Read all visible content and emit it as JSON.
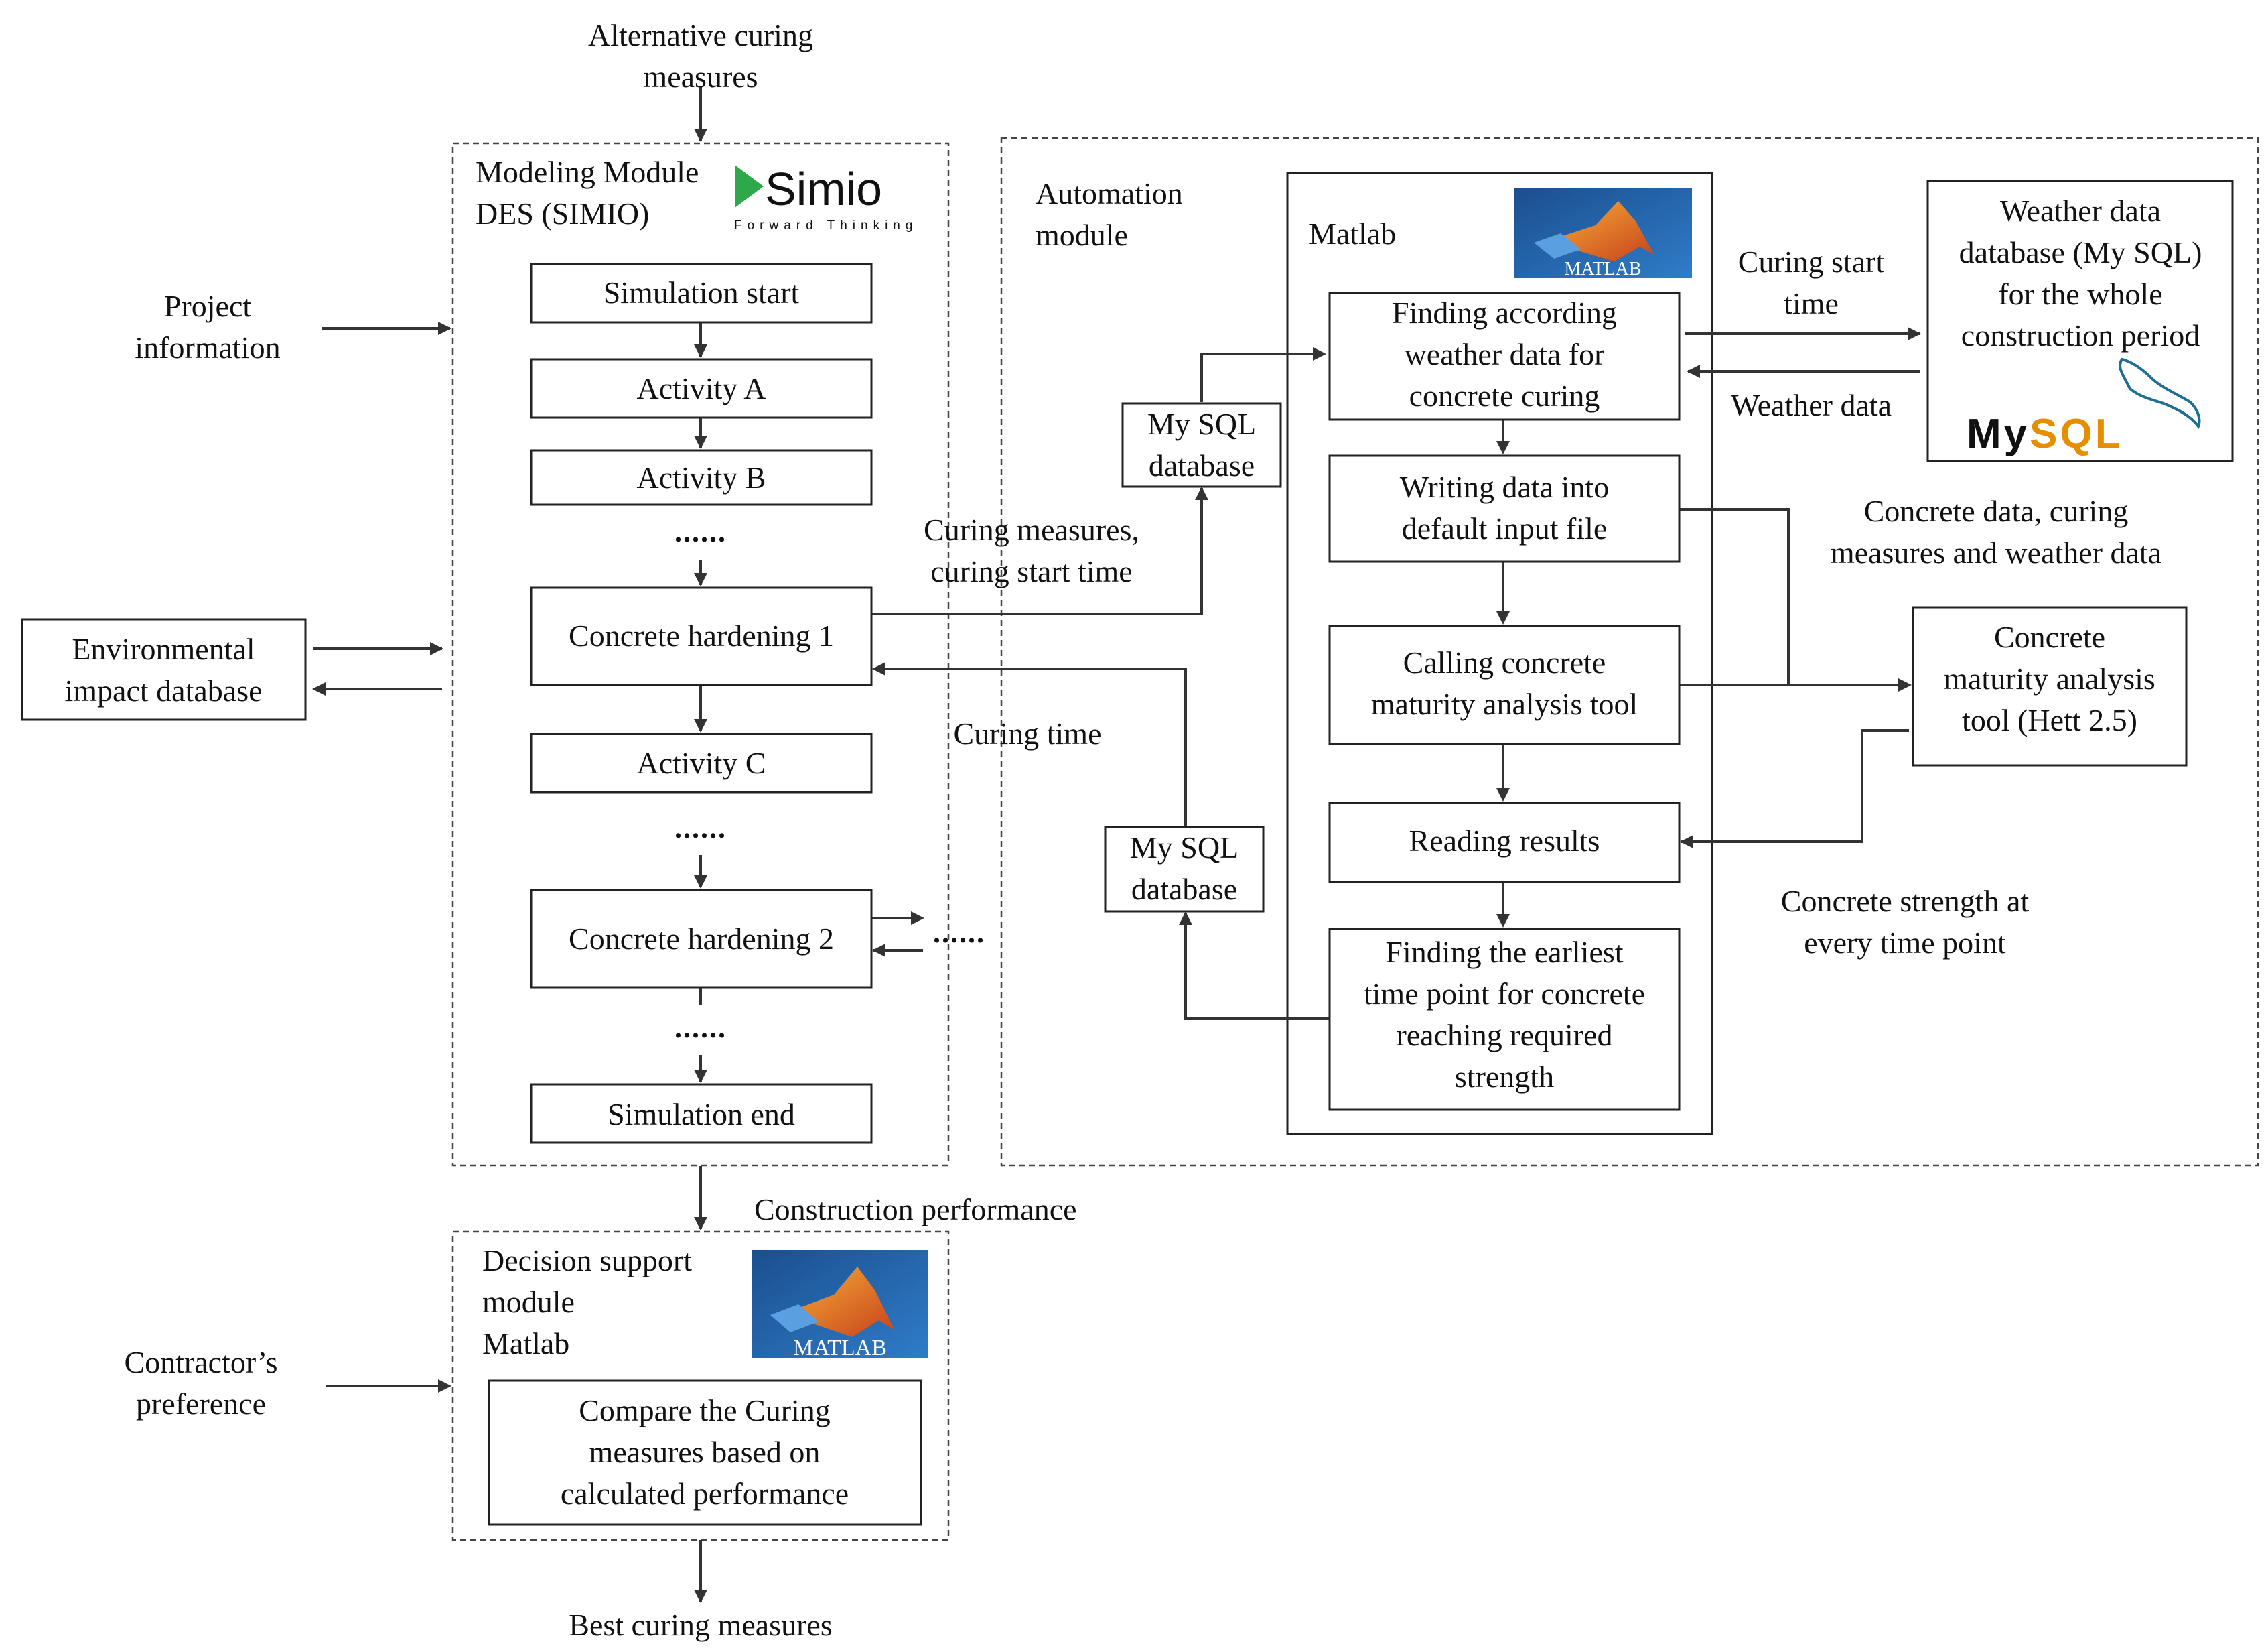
{
  "inputs": {
    "alt_curing": [
      "Alternative curing",
      "measures"
    ],
    "project_info": [
      "Project",
      "information"
    ],
    "env_db": [
      "Environmental",
      "impact database"
    ],
    "contractor_pref": [
      "Contractor’s",
      "preference"
    ]
  },
  "modeling_module": {
    "title": [
      "Modeling Module",
      "DES (SIMIO)"
    ],
    "logo_text": "Simio",
    "logo_tagline": "Forward Thinking",
    "steps": {
      "sim_start": "Simulation start",
      "activity_a": "Activity A",
      "activity_b": "Activity B",
      "hardening_1": "Concrete hardening 1",
      "activity_c": "Activity C",
      "hardening_2": "Concrete hardening 2",
      "sim_end": "Simulation end"
    },
    "ellipsis": "......"
  },
  "automation_module": {
    "title": [
      "Automation",
      "module"
    ],
    "matlab_label": "Matlab",
    "matlab_logo_text": "MATLAB",
    "steps": {
      "find_weather": [
        "Finding according",
        "weather data for",
        "concrete curing"
      ],
      "write_data": [
        "Writing data  into",
        "default input file"
      ],
      "call_tool": [
        "Calling concrete",
        "maturity analysis tool"
      ],
      "read_results": "Reading results",
      "find_earliest": [
        "Finding the earliest",
        "time point for concrete",
        "reaching required",
        "strength"
      ]
    },
    "mysql_db_1": [
      "My SQL",
      "database"
    ],
    "mysql_db_2": [
      "My SQL",
      "database"
    ]
  },
  "external": {
    "weather_db": [
      "Weather data",
      "database (My SQL)",
      "for the whole",
      "construction period"
    ],
    "mysql_logo_text": "MySQL",
    "maturity_tool": [
      "Concrete",
      "maturity analysis",
      "tool (Hett 2.5)"
    ]
  },
  "flow_labels": {
    "curing_measures": [
      "Curing measures,",
      "curing start time"
    ],
    "curing_time": "Curing time",
    "curing_start_time": [
      "Curing start",
      "time"
    ],
    "weather_data": "Weather data",
    "concrete_data": [
      "Concrete data, curing",
      "measures and weather data"
    ],
    "concrete_strength": [
      "Concrete strength at",
      "every time point"
    ],
    "construction_performance": "Construction performance",
    "best_curing": "Best curing measures"
  },
  "decision_module": {
    "title": [
      "Decision support",
      "module",
      "Matlab"
    ],
    "matlab_logo_text": "MATLAB",
    "compare_box": [
      "Compare the Curing",
      "measures based on",
      "calculated performance"
    ]
  },
  "colors": {
    "simio_green": "#2ea84a",
    "simio_gray": "#4a4f55",
    "matlab_blue": "#1f5fa8",
    "matlab_orange": "#e8681f",
    "mysql_blue": "#1c6e95",
    "mysql_orange": "#e48e00"
  }
}
